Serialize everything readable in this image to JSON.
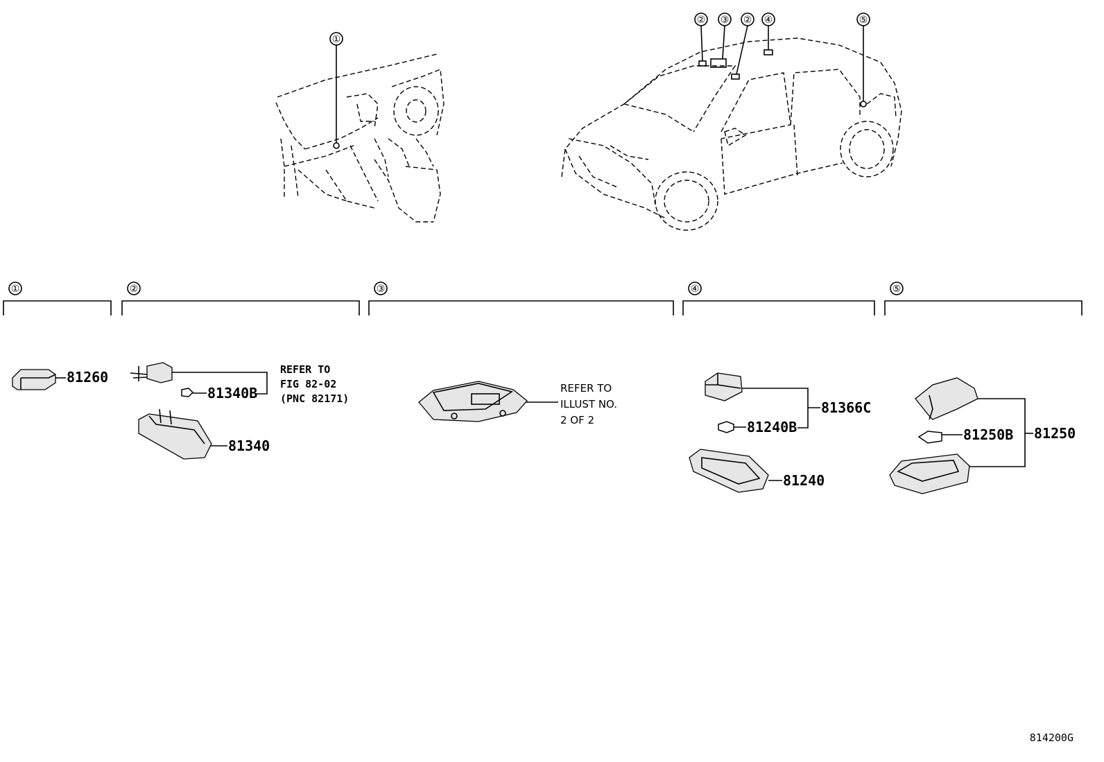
{
  "diagram_code": "814200G",
  "location_markers": [
    "①",
    "②",
    "③",
    "②",
    "④",
    "⑤"
  ],
  "sections": [
    {
      "marker": "①",
      "parts": [
        "81260"
      ]
    },
    {
      "marker": "②",
      "parts": [
        "81340B",
        "81340"
      ],
      "note": [
        "REFER TO",
        "FIG 82-02",
        "(PNC 82171)"
      ]
    },
    {
      "marker": "③",
      "parts": [],
      "note": [
        "REFER TO",
        "ILLUST NO.",
        "2 OF 2"
      ]
    },
    {
      "marker": "④",
      "parts": [
        "81366C",
        "81240B",
        "81240"
      ]
    },
    {
      "marker": "⑤",
      "parts": [
        "81250B",
        "81250"
      ]
    }
  ]
}
